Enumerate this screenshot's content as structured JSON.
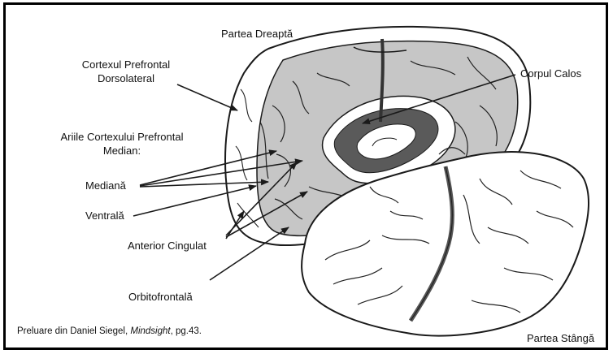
{
  "labels": {
    "right_hemisphere": "Partea Dreaptă",
    "dorsolateral_line1": "Cortexul  Prefrontal",
    "dorsolateral_line2": "Dorsolateral",
    "corpus_callosum": "Corpul Calos",
    "median_areas_line1": "Ariile Cortexului Prefrontal",
    "median_areas_line2": "Median:",
    "medial": "Mediană",
    "ventral": "Ventrală",
    "anterior_cingulate": "Anterior Cingulat",
    "orbitofrontal": "Orbitofrontală",
    "left_hemisphere": "Partea Stângă"
  },
  "credit": {
    "prefix": "Preluare din Daniel Siegel, ",
    "book": "Mindsight",
    "suffix": ", pg.43."
  },
  "colors": {
    "medial_surface": "#c6c6c6",
    "corpus_callosum": "#5a5a5a",
    "outline": "#1a1a1a"
  }
}
